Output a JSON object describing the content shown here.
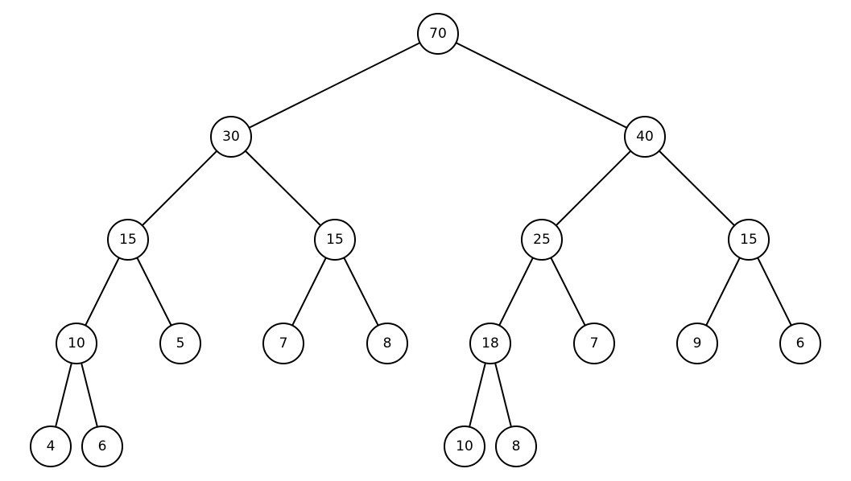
{
  "colors": {
    "stroke": "#000000",
    "fill": "#ffffff",
    "background": "#ffffff"
  },
  "tree": {
    "nodes": [
      {
        "id": "n0",
        "label": "70"
      },
      {
        "id": "n1",
        "label": "30"
      },
      {
        "id": "n2",
        "label": "40"
      },
      {
        "id": "n3",
        "label": "15"
      },
      {
        "id": "n4",
        "label": "15"
      },
      {
        "id": "n5",
        "label": "25"
      },
      {
        "id": "n6",
        "label": "15"
      },
      {
        "id": "n7",
        "label": "10"
      },
      {
        "id": "n8",
        "label": "5"
      },
      {
        "id": "n9",
        "label": "7"
      },
      {
        "id": "n10",
        "label": "8"
      },
      {
        "id": "n11",
        "label": "18"
      },
      {
        "id": "n12",
        "label": "7"
      },
      {
        "id": "n13",
        "label": "9"
      },
      {
        "id": "n14",
        "label": "6"
      },
      {
        "id": "n15",
        "label": "4"
      },
      {
        "id": "n16",
        "label": "6"
      },
      {
        "id": "n17",
        "label": "10"
      },
      {
        "id": "n18",
        "label": "8"
      }
    ],
    "edges": [
      [
        "n0",
        "n1"
      ],
      [
        "n0",
        "n2"
      ],
      [
        "n1",
        "n3"
      ],
      [
        "n1",
        "n4"
      ],
      [
        "n2",
        "n5"
      ],
      [
        "n2",
        "n6"
      ],
      [
        "n3",
        "n7"
      ],
      [
        "n3",
        "n8"
      ],
      [
        "n4",
        "n9"
      ],
      [
        "n4",
        "n10"
      ],
      [
        "n5",
        "n11"
      ],
      [
        "n5",
        "n12"
      ],
      [
        "n6",
        "n13"
      ],
      [
        "n6",
        "n14"
      ],
      [
        "n7",
        "n15"
      ],
      [
        "n7",
        "n16"
      ],
      [
        "n11",
        "n17"
      ],
      [
        "n11",
        "n18"
      ]
    ]
  }
}
